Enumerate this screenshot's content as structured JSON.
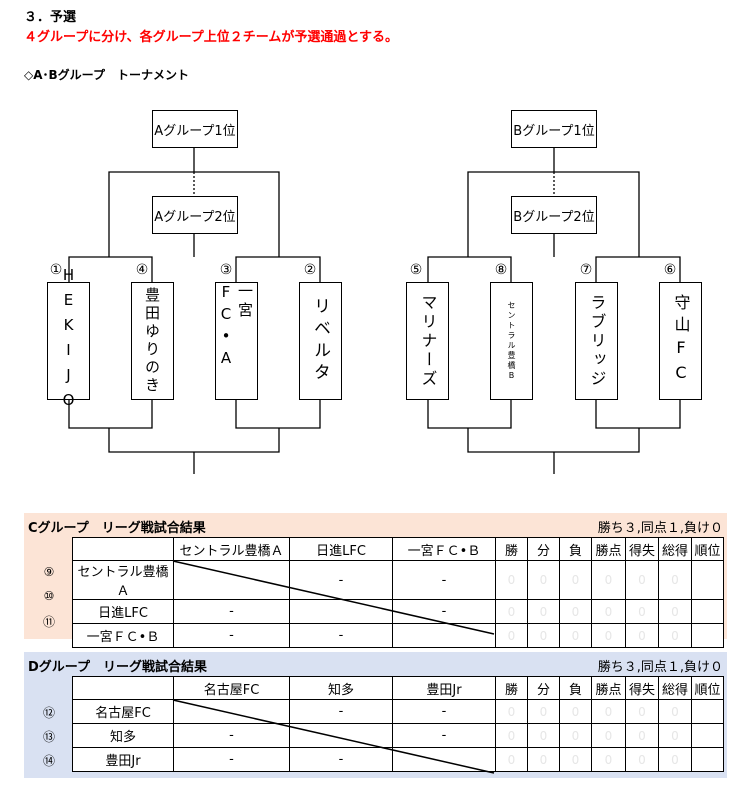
{
  "section_title": "３．予選",
  "note": "４グループに分け、各グループ上位２チームが予選通過とする。",
  "tournament_title": "◇A･Bグループ　トーナメント",
  "bracket_a": {
    "top_label": "Aグループ1位",
    "mid_label": "Aグループ2位",
    "teams": [
      {
        "num": "①",
        "name": "HEKIJO"
      },
      {
        "num": "④",
        "name": "豊田ゆりのき"
      },
      {
        "num": "③",
        "name": "一宮FC•A"
      },
      {
        "num": "②",
        "name": "リベルタ"
      }
    ]
  },
  "bracket_b": {
    "top_label": "Bグループ1位",
    "mid_label": "Bグループ2位",
    "teams": [
      {
        "num": "⑤",
        "name": "マリナーズ"
      },
      {
        "num": "⑧",
        "name": "セントラル豊橋B"
      },
      {
        "num": "⑦",
        "name": "ラブリッジ"
      },
      {
        "num": "⑥",
        "name": "守山FC"
      }
    ]
  },
  "league_c": {
    "title": "Cグループ　リーグ戦試合結果",
    "points": "勝ち３,同点１,負け０",
    "bg": "#fce4d6",
    "columns": [
      "セントラル豊橋Ａ",
      "日進LFC",
      "一宮ＦＣ•Ｂ",
      "勝",
      "分",
      "負",
      "勝点",
      "得失",
      "総得",
      "順位"
    ],
    "rows": [
      {
        "num": "⑨",
        "team": "セントラル豊橋Ａ",
        "cells": [
          "",
          "-",
          "-"
        ],
        "stats": [
          "0",
          "0",
          "0",
          "0",
          "0",
          "0",
          ""
        ]
      },
      {
        "num": "⑩",
        "team": "日進LFC",
        "cells": [
          "-",
          "",
          "-"
        ],
        "stats": [
          "0",
          "0",
          "0",
          "0",
          "0",
          "0",
          ""
        ]
      },
      {
        "num": "⑪",
        "team": "一宮ＦＣ•Ｂ",
        "cells": [
          "-",
          "-",
          ""
        ],
        "stats": [
          "0",
          "0",
          "0",
          "0",
          "0",
          "0",
          ""
        ]
      }
    ]
  },
  "league_d": {
    "title": "Dグループ　リーグ戦試合結果",
    "points": "勝ち３,同点１,負け０",
    "bg": "#d9e1f2",
    "columns": [
      "名古屋FC",
      "知多",
      "豊田Jr",
      "勝",
      "分",
      "負",
      "勝点",
      "得失",
      "総得",
      "順位"
    ],
    "rows": [
      {
        "num": "⑫",
        "team": "名古屋FC",
        "cells": [
          "",
          "-",
          "-"
        ],
        "stats": [
          "0",
          "0",
          "0",
          "0",
          "0",
          "0",
          ""
        ]
      },
      {
        "num": "⑬",
        "team": "知多",
        "cells": [
          "-",
          "",
          "-"
        ],
        "stats": [
          "0",
          "0",
          "0",
          "0",
          "0",
          "0",
          ""
        ]
      },
      {
        "num": "⑭",
        "team": "豊田Jr",
        "cells": [
          "-",
          "-",
          ""
        ],
        "stats": [
          "0",
          "0",
          "0",
          "0",
          "0",
          "0",
          ""
        ]
      }
    ]
  }
}
